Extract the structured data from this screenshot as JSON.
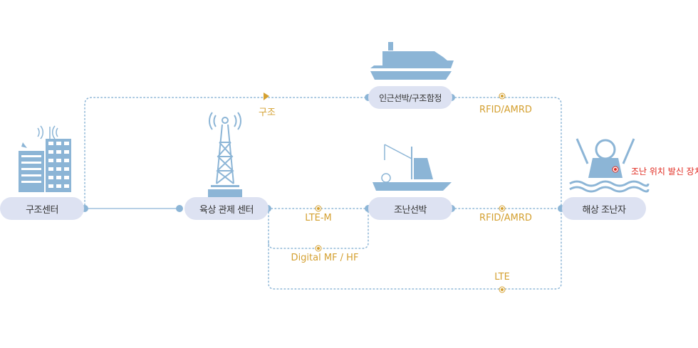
{
  "nodes": {
    "rescue_center": "구조센터",
    "land_control": "육상 관제 센터",
    "nearby_ship": "인근선박/구조함정",
    "distressed_ship": "조난선박",
    "person_overboard": "해상 조난자"
  },
  "links": {
    "rescue": "구조",
    "rfid_top": "RFID/AMRD",
    "lte_m": "LTE-M",
    "digital_mf_hf": "Digital MF / HF",
    "lte": "LTE",
    "rfid_mid": "RFID/AMRD"
  },
  "device_label": "조난 위치 발신 장치",
  "colors": {
    "icon": "#8cb5d6",
    "pill": "#dde2f2",
    "link_label": "#d4a030",
    "device": "#e0281e"
  }
}
